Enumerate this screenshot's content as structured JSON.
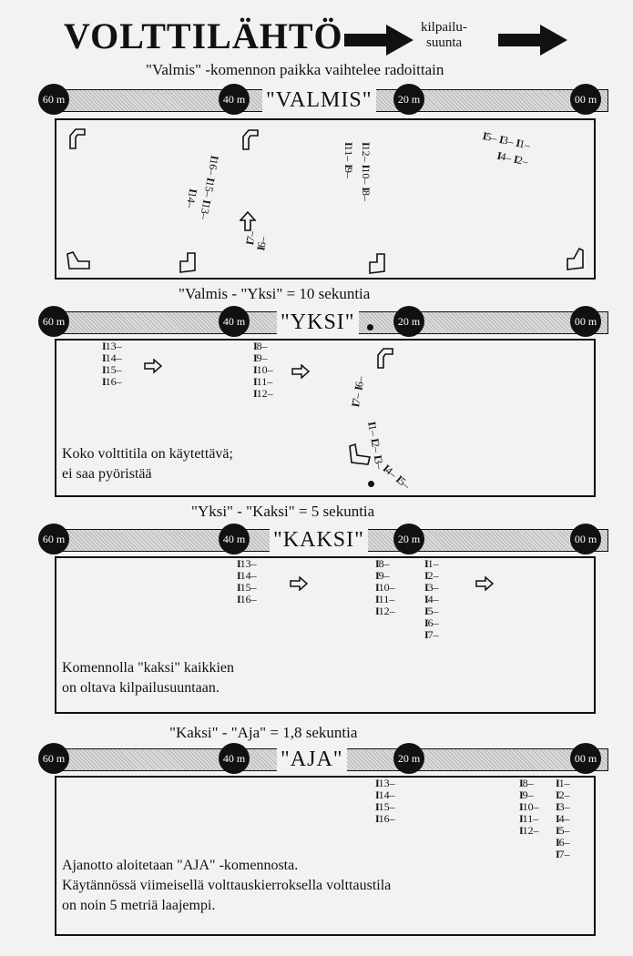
{
  "header": {
    "title": "VOLTTILÄHTÖ",
    "direction_label": [
      "kilpailu-",
      "suunta"
    ]
  },
  "panels": [
    {
      "caption": "\"Valmis\" -komennon paikka vaihtelee radoittain",
      "command": "\"VALMIS\"",
      "markers": [
        "60 m",
        "40 m",
        "20 m",
        "00 m"
      ],
      "note": []
    },
    {
      "caption": "\"Valmis - \"Yksi\" = 10 sekuntia",
      "command": "\"YKSI\"",
      "markers": [
        "60 m",
        "40 m",
        "20 m",
        "00 m"
      ],
      "note": [
        "Koko volttitila on käytettävä;",
        "ei saa pyöristää"
      ]
    },
    {
      "caption": "\"Yksi\" - \"Kaksi\" = 5 sekuntia",
      "command": "\"KAKSI\"",
      "markers": [
        "60 m",
        "40 m",
        "20 m",
        "00 m"
      ],
      "note": [
        "Komennolla \"kaksi\" kaikkien",
        "on oltava kilpailusuuntaan."
      ]
    },
    {
      "caption": "\"Kaksi\" - \"Aja\" = 1,8 sekuntia",
      "command": "\"AJA\"",
      "markers": [
        "60 m",
        "40 m",
        "20 m",
        "00 m"
      ],
      "note": [
        "Ajanotto aloitetaan \"AJA\" -komennosta.",
        "Käytännössä viimeisellä volttauskierroksella volttaustila",
        "on noin 5 metriä laajempi."
      ]
    }
  ],
  "skaters": {
    "p0_right": [
      "5",
      "3",
      "1",
      "4",
      "2"
    ],
    "p0_mid": [
      "12",
      "10",
      "8",
      "11",
      "9"
    ],
    "p0_left": [
      "16",
      "15",
      "13",
      "14"
    ],
    "p0_center": [
      "7",
      "6"
    ],
    "p1_a": [
      "13",
      "14",
      "15",
      "16"
    ],
    "p1_b": [
      "8",
      "9",
      "10",
      "11",
      "12"
    ],
    "p1_c": [
      "7",
      "6",
      "1",
      "2",
      "3",
      "4",
      "5"
    ],
    "p2_a": [
      "13",
      "14",
      "15",
      "16"
    ],
    "p2_b": [
      "8",
      "9",
      "10",
      "11",
      "12"
    ],
    "p2_c": [
      "1",
      "2",
      "3",
      "4",
      "5",
      "6",
      "7"
    ],
    "p3_a": [
      "13",
      "14",
      "15",
      "16"
    ],
    "p3_b": [
      "8",
      "9",
      "10",
      "11",
      "12"
    ],
    "p3_c": [
      "1",
      "2",
      "3",
      "4",
      "5",
      "6",
      "7"
    ]
  },
  "skater_symbol": "I",
  "icons": {
    "direction_arrow": "right-arrow-icon",
    "turn_arrow": "bent-arrow-icon",
    "small_arrow": "right-outline-arrow-icon"
  }
}
